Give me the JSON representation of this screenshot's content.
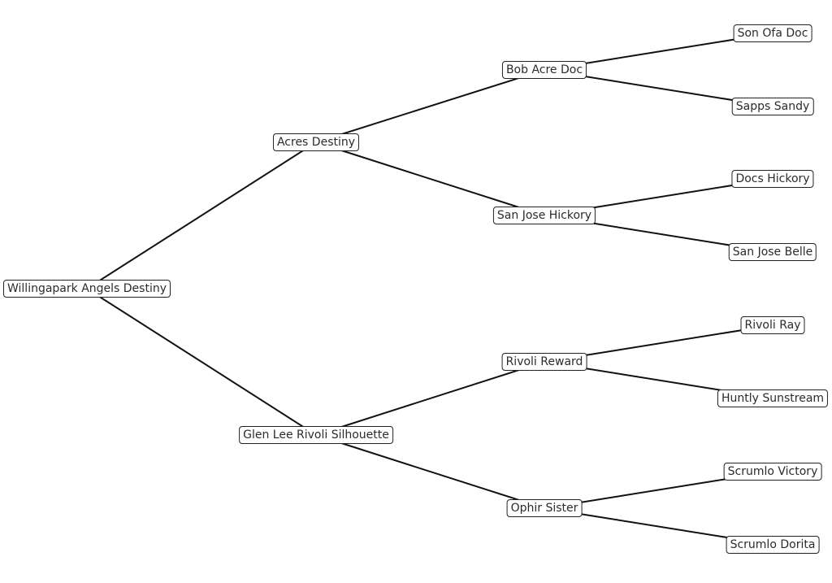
{
  "pedigree": {
    "root": {
      "id": "root",
      "label": "Willingapark Angels Destiny"
    },
    "sire": {
      "id": "sire",
      "label": "Acres Destiny"
    },
    "dam": {
      "id": "dam",
      "label": "Glen Lee Rivoli Silhouette"
    },
    "sire_sire": {
      "id": "sire_sire",
      "label": "Bob Acre Doc"
    },
    "sire_dam": {
      "id": "sire_dam",
      "label": "San Jose Hickory"
    },
    "dam_sire": {
      "id": "dam_sire",
      "label": "Rivoli Reward"
    },
    "dam_dam": {
      "id": "dam_dam",
      "label": "Ophir Sister"
    },
    "ss_sire": {
      "id": "ss_sire",
      "label": "Son Ofa Doc"
    },
    "ss_dam": {
      "id": "ss_dam",
      "label": "Sapps Sandy"
    },
    "sd_sire": {
      "id": "sd_sire",
      "label": "Docs Hickory"
    },
    "sd_dam": {
      "id": "sd_dam",
      "label": "San Jose Belle"
    },
    "ds_sire": {
      "id": "ds_sire",
      "label": "Rivoli Ray"
    },
    "ds_dam": {
      "id": "ds_dam",
      "label": "Huntly Sunstream"
    },
    "dd_sire": {
      "id": "dd_sire",
      "label": "Scrumlo Victory"
    },
    "dd_dam": {
      "id": "dd_dam",
      "label": "Scrumlo Dorita"
    }
  },
  "edges": [
    [
      "root",
      "sire"
    ],
    [
      "root",
      "dam"
    ],
    [
      "sire",
      "sire_sire"
    ],
    [
      "sire",
      "sire_dam"
    ],
    [
      "dam",
      "dam_sire"
    ],
    [
      "dam",
      "dam_dam"
    ],
    [
      "sire_sire",
      "ss_sire"
    ],
    [
      "sire_sire",
      "ss_dam"
    ],
    [
      "sire_dam",
      "sd_sire"
    ],
    [
      "sire_dam",
      "sd_dam"
    ],
    [
      "dam_sire",
      "ds_sire"
    ],
    [
      "dam_sire",
      "ds_dam"
    ],
    [
      "dam_dam",
      "dd_sire"
    ],
    [
      "dam_dam",
      "dd_dam"
    ]
  ]
}
